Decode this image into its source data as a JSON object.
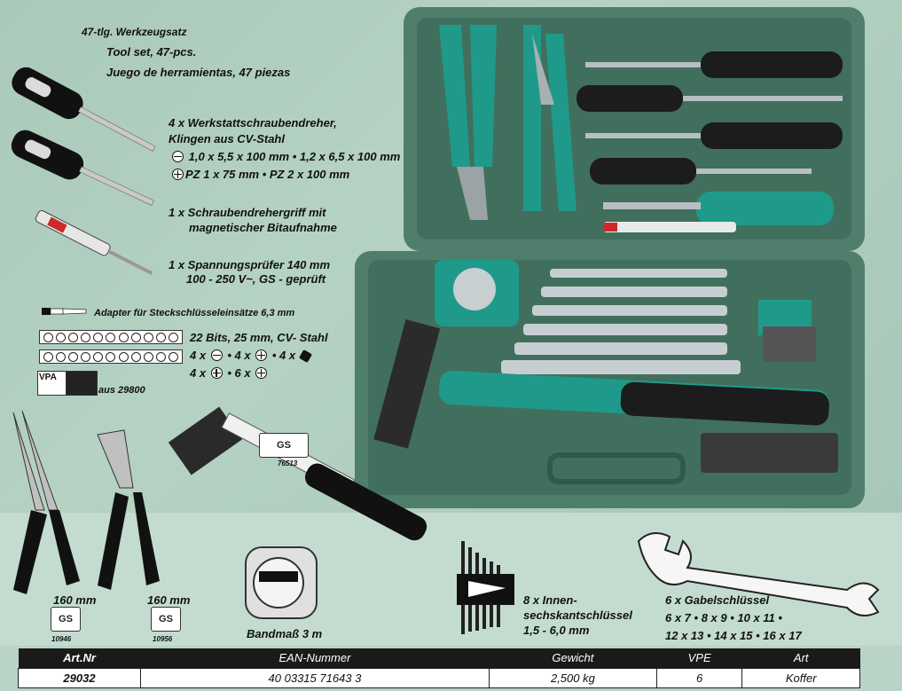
{
  "header": {
    "title_de": "47-tlg. Werkzeugsatz",
    "title_en": "Tool set, 47-pcs.",
    "title_es": "Juego de herramientas, 47 piezas"
  },
  "specs": {
    "screwdrivers": {
      "line1": "4  x Werkstattschraubendreher,",
      "line2": "Klingen aus CV-Stahl",
      "line3": "1,0 x 5,5 x 100 mm • 1,2 x 6,5 x 100 mm",
      "line4": "PZ 1 x 75 mm • PZ 2 x 100 mm"
    },
    "handle": {
      "line1": "1  x Schraubendrehergriff mit",
      "line2": "magnetischer Bitaufnahme"
    },
    "tester": {
      "line1": "1  x Spannungsprüfer 140 mm",
      "line2": "100 - 250 V~,  GS - geprüft"
    },
    "adapter": "Adapter für Steckschlüsseleinsätze 6,3 mm",
    "bits": {
      "line1": "22 Bits, 25 mm, CV- Stahl",
      "line2_a": "4 x",
      "line2_b": "• 4 x",
      "line2_c": "• 4 x",
      "line3_a": "4 x",
      "line3_b": "• 6 x"
    },
    "aus": "aus 29800",
    "pliers1_len": "160 mm",
    "pliers2_len": "160 mm",
    "tape": "Bandmaß 3 m",
    "hexkeys": {
      "line1": "8 x Innen-",
      "line2": "sechskantschlüssel",
      "line3": "1,5 - 6,0 mm"
    },
    "wrenches": {
      "line1": "6 x Gabelschlüssel",
      "line2": "6 x 7  •  8 x 9  •  10 x 11  •",
      "line3": "12 x 13  •  14 x 15  •  16 x 17"
    }
  },
  "certs": {
    "gs1": "10946",
    "gs2": "10956",
    "gs3": "76513",
    "vpa": "VPA",
    "gs": "GS"
  },
  "table": {
    "headers": [
      "Art.Nr",
      "EAN-Nummer",
      "Gewicht",
      "VPE",
      "Art"
    ],
    "row": [
      "29032",
      "40 03315 71643 3",
      "2,500 kg",
      "6",
      "Koffer"
    ]
  },
  "colors": {
    "background": "#b9d3c6",
    "case": "#4f7f6c",
    "accent": "#1f9a8a",
    "table_header": "#1a1a1a"
  }
}
